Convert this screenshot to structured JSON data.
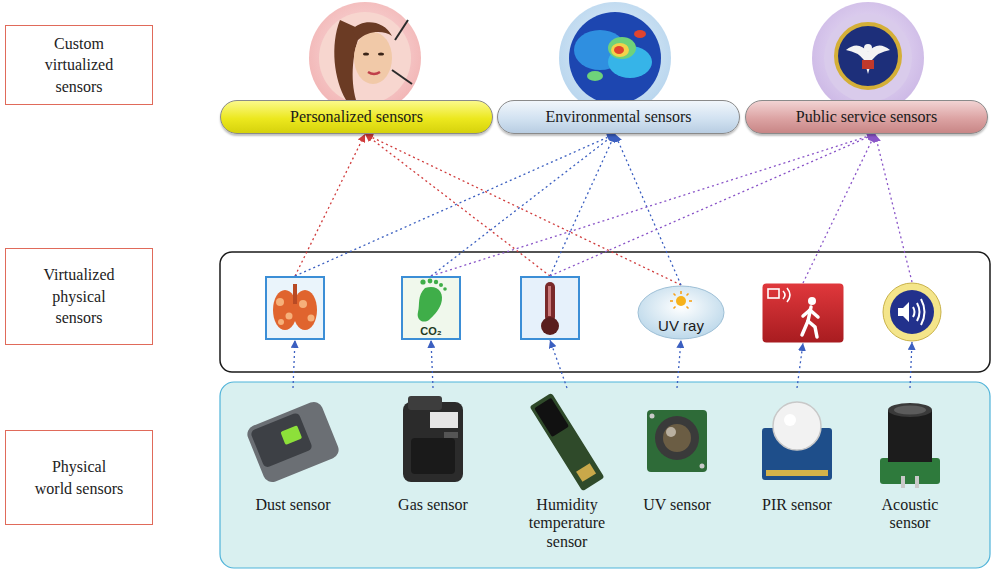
{
  "diagram": {
    "nodes": [
      {
        "text": [
          "Custom virtualized sensors"
        ]
      },
      {
        "text": [
          "Personalized sensors"
        ]
      },
      {
        "text": [
          "Environmental sensors"
        ]
      },
      {
        "text": [
          "Public service sensors"
        ]
      },
      {
        "text": [
          "Virtualized physical sensors"
        ]
      },
      {
        "text": []
      },
      {
        "text": [
          "CO₂"
        ]
      },
      {
        "text": []
      },
      {
        "text": [
          "UV ray"
        ]
      },
      {
        "text": []
      },
      {
        "text": []
      },
      {
        "text": [
          "Physical world sensors"
        ]
      },
      {
        "text": [
          "Dust sensor"
        ]
      },
      {
        "text": [
          "Gas sensor"
        ]
      },
      {
        "text": [
          "Humidity temperature sensor"
        ]
      },
      {
        "text": [
          "UV sensor"
        ]
      },
      {
        "text": [
          "PIR sensor"
        ]
      },
      {
        "text": [
          "Acoustic sensor"
        ]
      }
    ],
    "edges": [
      {
        "from": 12,
        "to": 5,
        "arrow": "to"
      },
      {
        "from": 13,
        "to": 6,
        "arrow": "to"
      },
      {
        "from": 14,
        "to": 7,
        "arrow": "to"
      },
      {
        "from": 15,
        "to": 8,
        "arrow": "to"
      },
      {
        "from": 16,
        "to": 9,
        "arrow": "to"
      },
      {
        "from": 17,
        "to": 10,
        "arrow": "to"
      },
      {
        "from": 5,
        "to": 1,
        "arrow": "to"
      },
      {
        "from": 7,
        "to": 1,
        "arrow": "to"
      },
      {
        "from": 8,
        "to": 1,
        "arrow": "to"
      },
      {
        "from": 5,
        "to": 2,
        "arrow": "to"
      },
      {
        "from": 6,
        "to": 2,
        "arrow": "to"
      },
      {
        "from": 7,
        "to": 2,
        "arrow": "to"
      },
      {
        "from": 8,
        "to": 2,
        "arrow": "to"
      },
      {
        "from": 6,
        "to": 3,
        "arrow": "to"
      },
      {
        "from": 7,
        "to": 3,
        "arrow": "to"
      },
      {
        "from": 9,
        "to": 3,
        "arrow": "to"
      },
      {
        "from": 10,
        "to": 3,
        "arrow": "to"
      }
    ]
  }
}
